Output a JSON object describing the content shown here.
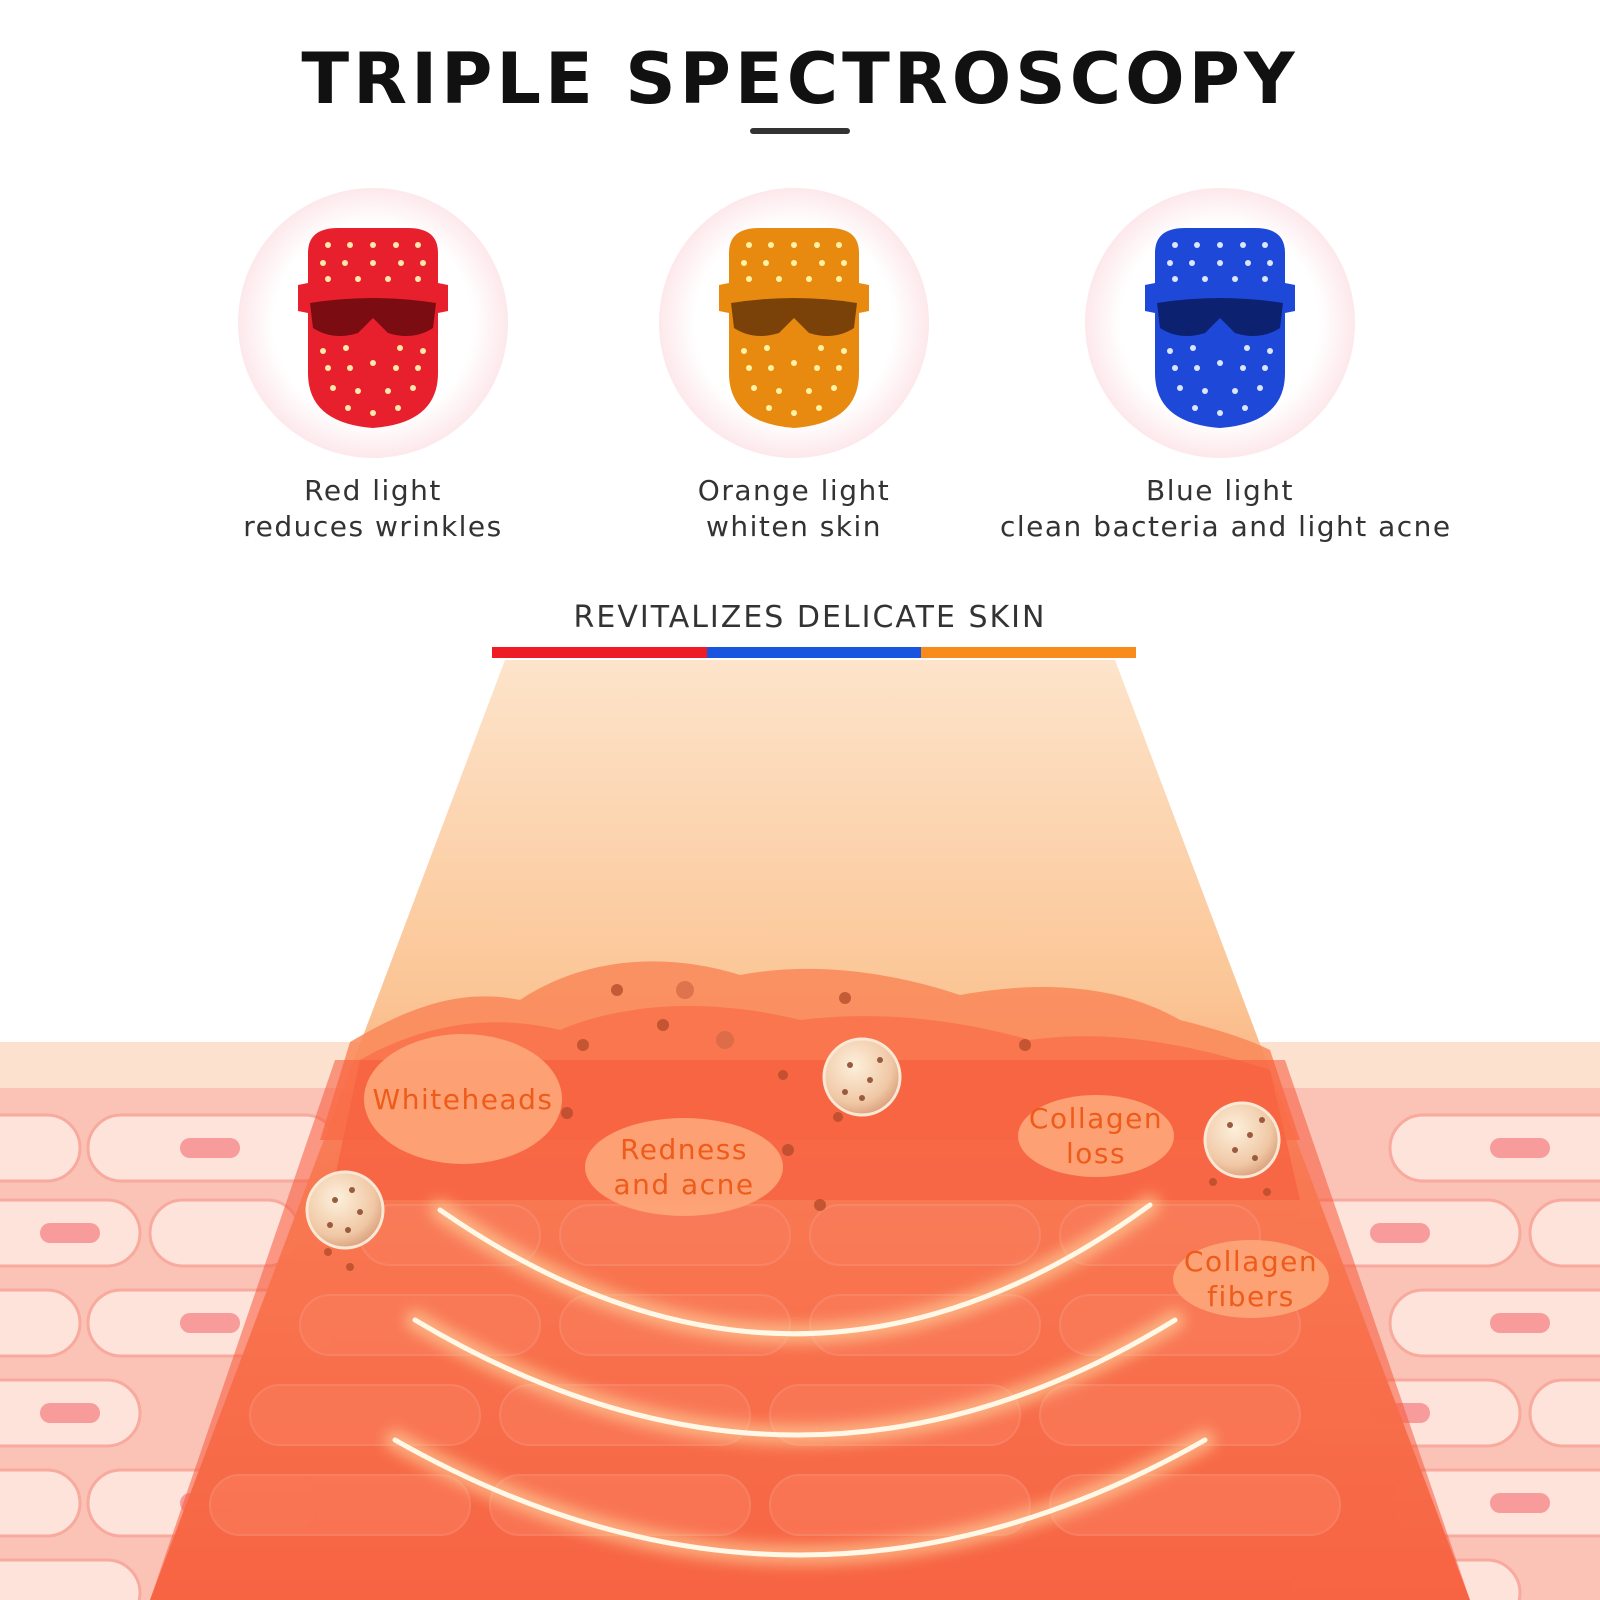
{
  "page": {
    "title": "TRIPLE SPECTROSCOPY",
    "subtitle": "REVITALIZES DELICATE SKIN"
  },
  "masks": [
    {
      "id": "red",
      "color": "#e8202e",
      "dot_color": "#ffe9a8",
      "line1": "Red light",
      "line2": "reduces wrinkles"
    },
    {
      "id": "orange",
      "color": "#e98a10",
      "dot_color": "#fff3a6",
      "line1": "Orange light",
      "line2": "whiten skin"
    },
    {
      "id": "blue",
      "color": "#1e48d8",
      "dot_color": "#dbe6ff",
      "line1": "Blue light",
      "line2": "clean bacteria and light acne"
    }
  ],
  "spectrum_bar": {
    "colors": [
      "#ee1c25",
      "#1a55e0",
      "#f98a1c"
    ]
  },
  "skin_labels": {
    "whiteheads": {
      "line1": "Whiteheads"
    },
    "redness": {
      "line1": "Redness",
      "line2": "and acne"
    },
    "collagen_loss": {
      "line1": "Collagen",
      "line2": "loss"
    },
    "collagen_fibers": {
      "line1": "Collagen",
      "line2": "fibers"
    }
  },
  "colors": {
    "title": "#111111",
    "caption": "#333333",
    "label_text": "#ee5b1a",
    "light_beam": "#f98a4a",
    "skin": "#fbc2b6"
  }
}
